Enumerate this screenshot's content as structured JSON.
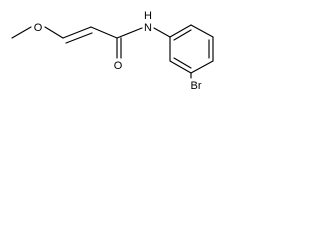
{
  "molecule": {
    "atoms": {
      "oxygen_methoxy": "O",
      "nitrogen_amide": "N",
      "hydrogen_amide": "H",
      "oxygen_carbonyl": "O",
      "bromine": "Br"
    }
  }
}
